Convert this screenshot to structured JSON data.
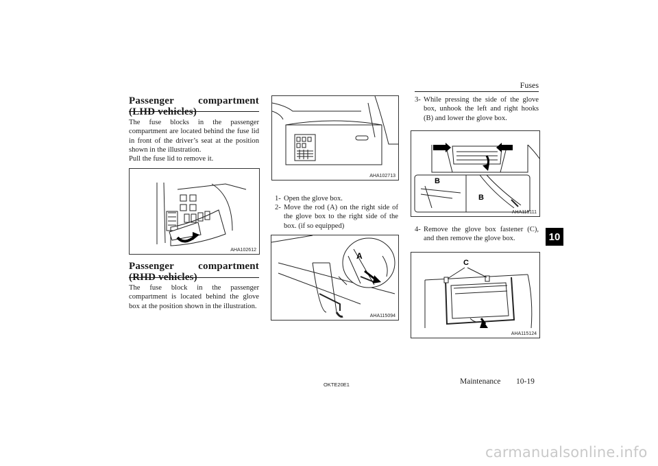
{
  "header": {
    "section": "Fuses"
  },
  "chapter_tab": "10",
  "col1": {
    "lhd_title": "Passenger compartment (LHD vehicles)",
    "lhd_body": "The fuse blocks in the passenger compartment are located behind the fuse lid in front of the driver’s seat at the position shown in the illustration.",
    "lhd_pull": "Pull the fuse lid to remove it.",
    "fig1_code": "AHA102612",
    "rhd_title": "Passenger compartment (RHD vehicles)",
    "rhd_body": "The fuse block in the passenger compartment is located behind the glove box at the position shown in the illustration."
  },
  "col2": {
    "fig2_code": "AHA102713",
    "step1_num": "1-",
    "step1_text": "Open the glove box.",
    "step2_num": "2-",
    "step2_text": "Move the rod (A) on the right side of the glove box to the right side of the box. (if so equipped)",
    "fig3_code": "AHA115094",
    "fig3_label": "A"
  },
  "col3": {
    "step3_num": "3-",
    "step3_text": "While pressing the side of the glove box, unhook the left and right hooks (B) and lower the glove box.",
    "fig4_code": "AHA115111",
    "fig4_label_left": "B",
    "fig4_label_right": "B",
    "step4_num": "4-",
    "step4_text": "Remove the glove box fastener (C), and then remove the glove box.",
    "fig5_code": "AHA115124",
    "fig5_label": "C"
  },
  "footer": {
    "doc_code": "OKTE20E1",
    "chapter": "Maintenance",
    "page": "10-19"
  },
  "watermark": "carmanualsonline.info"
}
